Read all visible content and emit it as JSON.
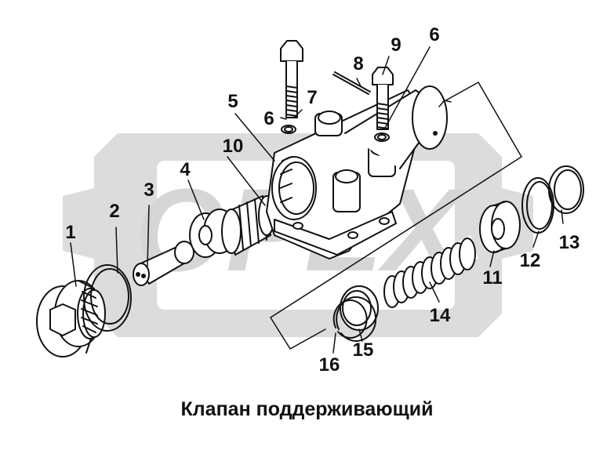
{
  "caption": "Клапан поддерживающий",
  "callouts": {
    "c1": "1",
    "c2": "2",
    "c3": "3",
    "c4": "4",
    "c5": "5",
    "c6a": "6",
    "c6b": "6",
    "c7": "7",
    "c8": "8",
    "c9": "9",
    "c10": "10",
    "c11": "11",
    "c12": "12",
    "c13": "13",
    "c14": "14",
    "c15": "15",
    "c16": "16"
  },
  "watermark": {
    "text": "OPEX",
    "color": "#d9d9d9"
  },
  "colors": {
    "line": "#111111",
    "gear": "#dcdcdc",
    "background": "#ffffff"
  }
}
